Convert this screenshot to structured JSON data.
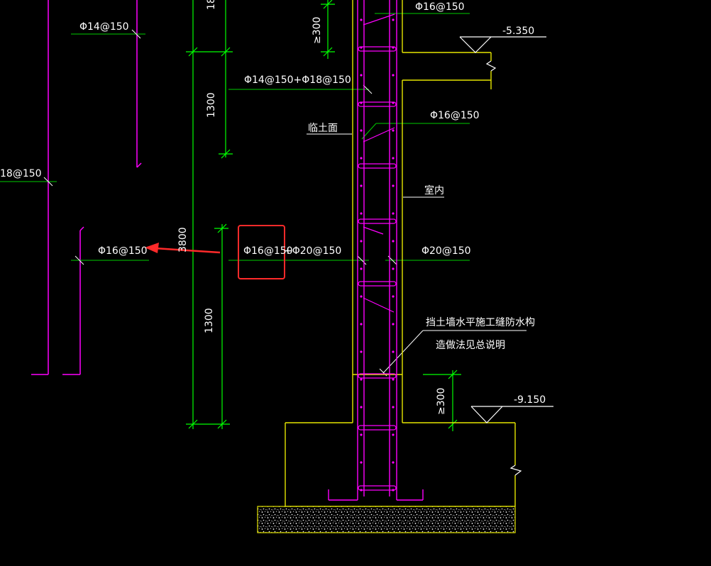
{
  "colors": {
    "background": "#000000",
    "rebar": "#ff00ff",
    "dimension": "#00ff00",
    "leader": "#00cc00",
    "concrete": "#e6e600",
    "text": "#ffffff",
    "highlight": "#ff2a2a"
  },
  "labels": {
    "top_main": "Φ16@150",
    "left_top": "Φ14@150",
    "left_mid": "18@150",
    "combo_upper": "Φ14@150+Φ18@150",
    "right_mid_upper": "Φ16@150",
    "soil_face": "临土面",
    "indoor": "室内",
    "left_arrow_target": "Φ16@150",
    "combo_lower_a": "Φ16@150",
    "combo_lower_b": "+Φ20@150",
    "right_mid_lower": "Φ20@150",
    "note_line1": "挡土墙水平施工缝防水构",
    "note_line2": "造做法见总说明",
    "elev_top": "-5.350",
    "elev_bottom": "-9.150"
  },
  "dimensions": {
    "top_partial": "18",
    "ge300_top": "≥300",
    "d1300_upper": "1300",
    "d3800": "3800",
    "d1300_lower": "1300",
    "ge300_bottom": "≥300"
  }
}
